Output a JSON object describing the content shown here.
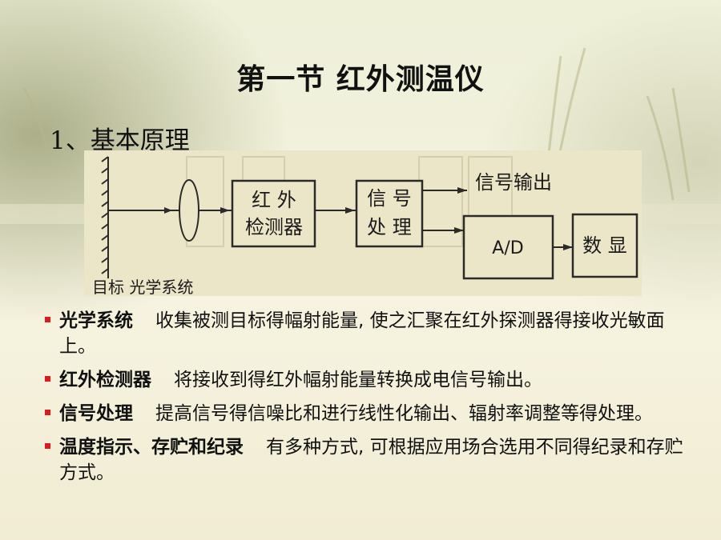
{
  "title": "第一节 红外测温仪",
  "subtitle": "1、基本原理",
  "diagram": {
    "block_detector_line1": "红 外",
    "block_detector_line2": "检测器",
    "block_signal_line1": "信 号",
    "block_signal_line2": "处 理",
    "signal_output": "信号输出",
    "adc": "A/D",
    "display": "数 显",
    "bottom_caption": "目标 光学系统"
  },
  "bullets": [
    {
      "term": "光学系统",
      "desc": "收集被测目标得幅射能量, 使之汇聚在红外探测器得接收光敏面上。"
    },
    {
      "term": "红外检测器",
      "desc": "将接收到得红外幅射能量转换成电信号输出。"
    },
    {
      "term": "信号处理",
      "desc": "提高信号得信噪比和进行线性化输出、辐射率调整等得处理。"
    },
    {
      "term": "温度指示、存贮和纪录",
      "desc": "有多种方式, 可根据应用场合选用不同得纪录和存贮方式。"
    }
  ],
  "colors": {
    "bullet_mark": "#e0191e",
    "diagram_bg": "#ece6c8"
  }
}
